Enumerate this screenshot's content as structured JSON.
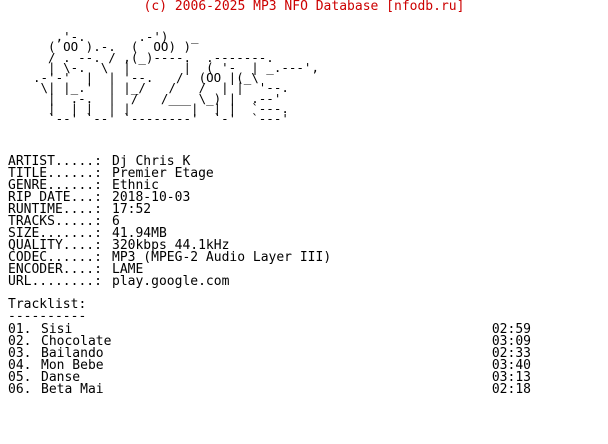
{
  "header": "(c) 2006-2025 MP3 NFO Database [nfodb.ru]",
  "ascii_art": "   ,'-.       .-')   _\n  ( OO ).-.  (  OO) )\n  / . --. / ,(_)----.  .-------.\n  | \\-.  \\  |       |  ( '-  | _.---',\n.-'-'  |  | '--.   /  (OO |(_\\\n \\| |_.'  | |_/   /   /  | |  '--.\n  |  .-.  |  /   /___ \\_) |  .--'\n  |  | |  | |        |  | |  `---.\n  `--' `--' `--------'  `-'  `---'",
  "info": [
    {
      "key": "ARTIST.....:",
      "value": "Dj Chris K"
    },
    {
      "key": "TITLE......:",
      "value": "Premier Etage"
    },
    {
      "key": "GENRE......:",
      "value": "Ethnic"
    },
    {
      "key": "RIP DATE...:",
      "value": "2018-10-03"
    },
    {
      "key": "RUNTIME....:",
      "value": "17:52"
    },
    {
      "key": "TRACKS.....:",
      "value": "6"
    },
    {
      "key": "SIZE.......:",
      "value": "41.94MB"
    },
    {
      "key": "QUALITY....:",
      "value": "320kbps 44.1kHz"
    },
    {
      "key": "CODEC......:",
      "value": "MP3 (MPEG-2 Audio Layer III)"
    },
    {
      "key": "ENCODER....:",
      "value": "LAME"
    },
    {
      "key": "URL........:",
      "value": "play.google.com"
    }
  ],
  "tracklist_title": "Tracklist:",
  "tracklist_rule": "----------",
  "tracks": [
    {
      "num": "01.",
      "name": "Sisi",
      "dur": "02:59"
    },
    {
      "num": "02.",
      "name": "Chocolate",
      "dur": "03:09"
    },
    {
      "num": "03.",
      "name": "Bailando",
      "dur": "02:33"
    },
    {
      "num": "04.",
      "name": "Mon Bebe",
      "dur": "03:40"
    },
    {
      "num": "05.",
      "name": "Danse",
      "dur": "03:13"
    },
    {
      "num": "06.",
      "name": "Beta Mai",
      "dur": "02:18"
    }
  ]
}
